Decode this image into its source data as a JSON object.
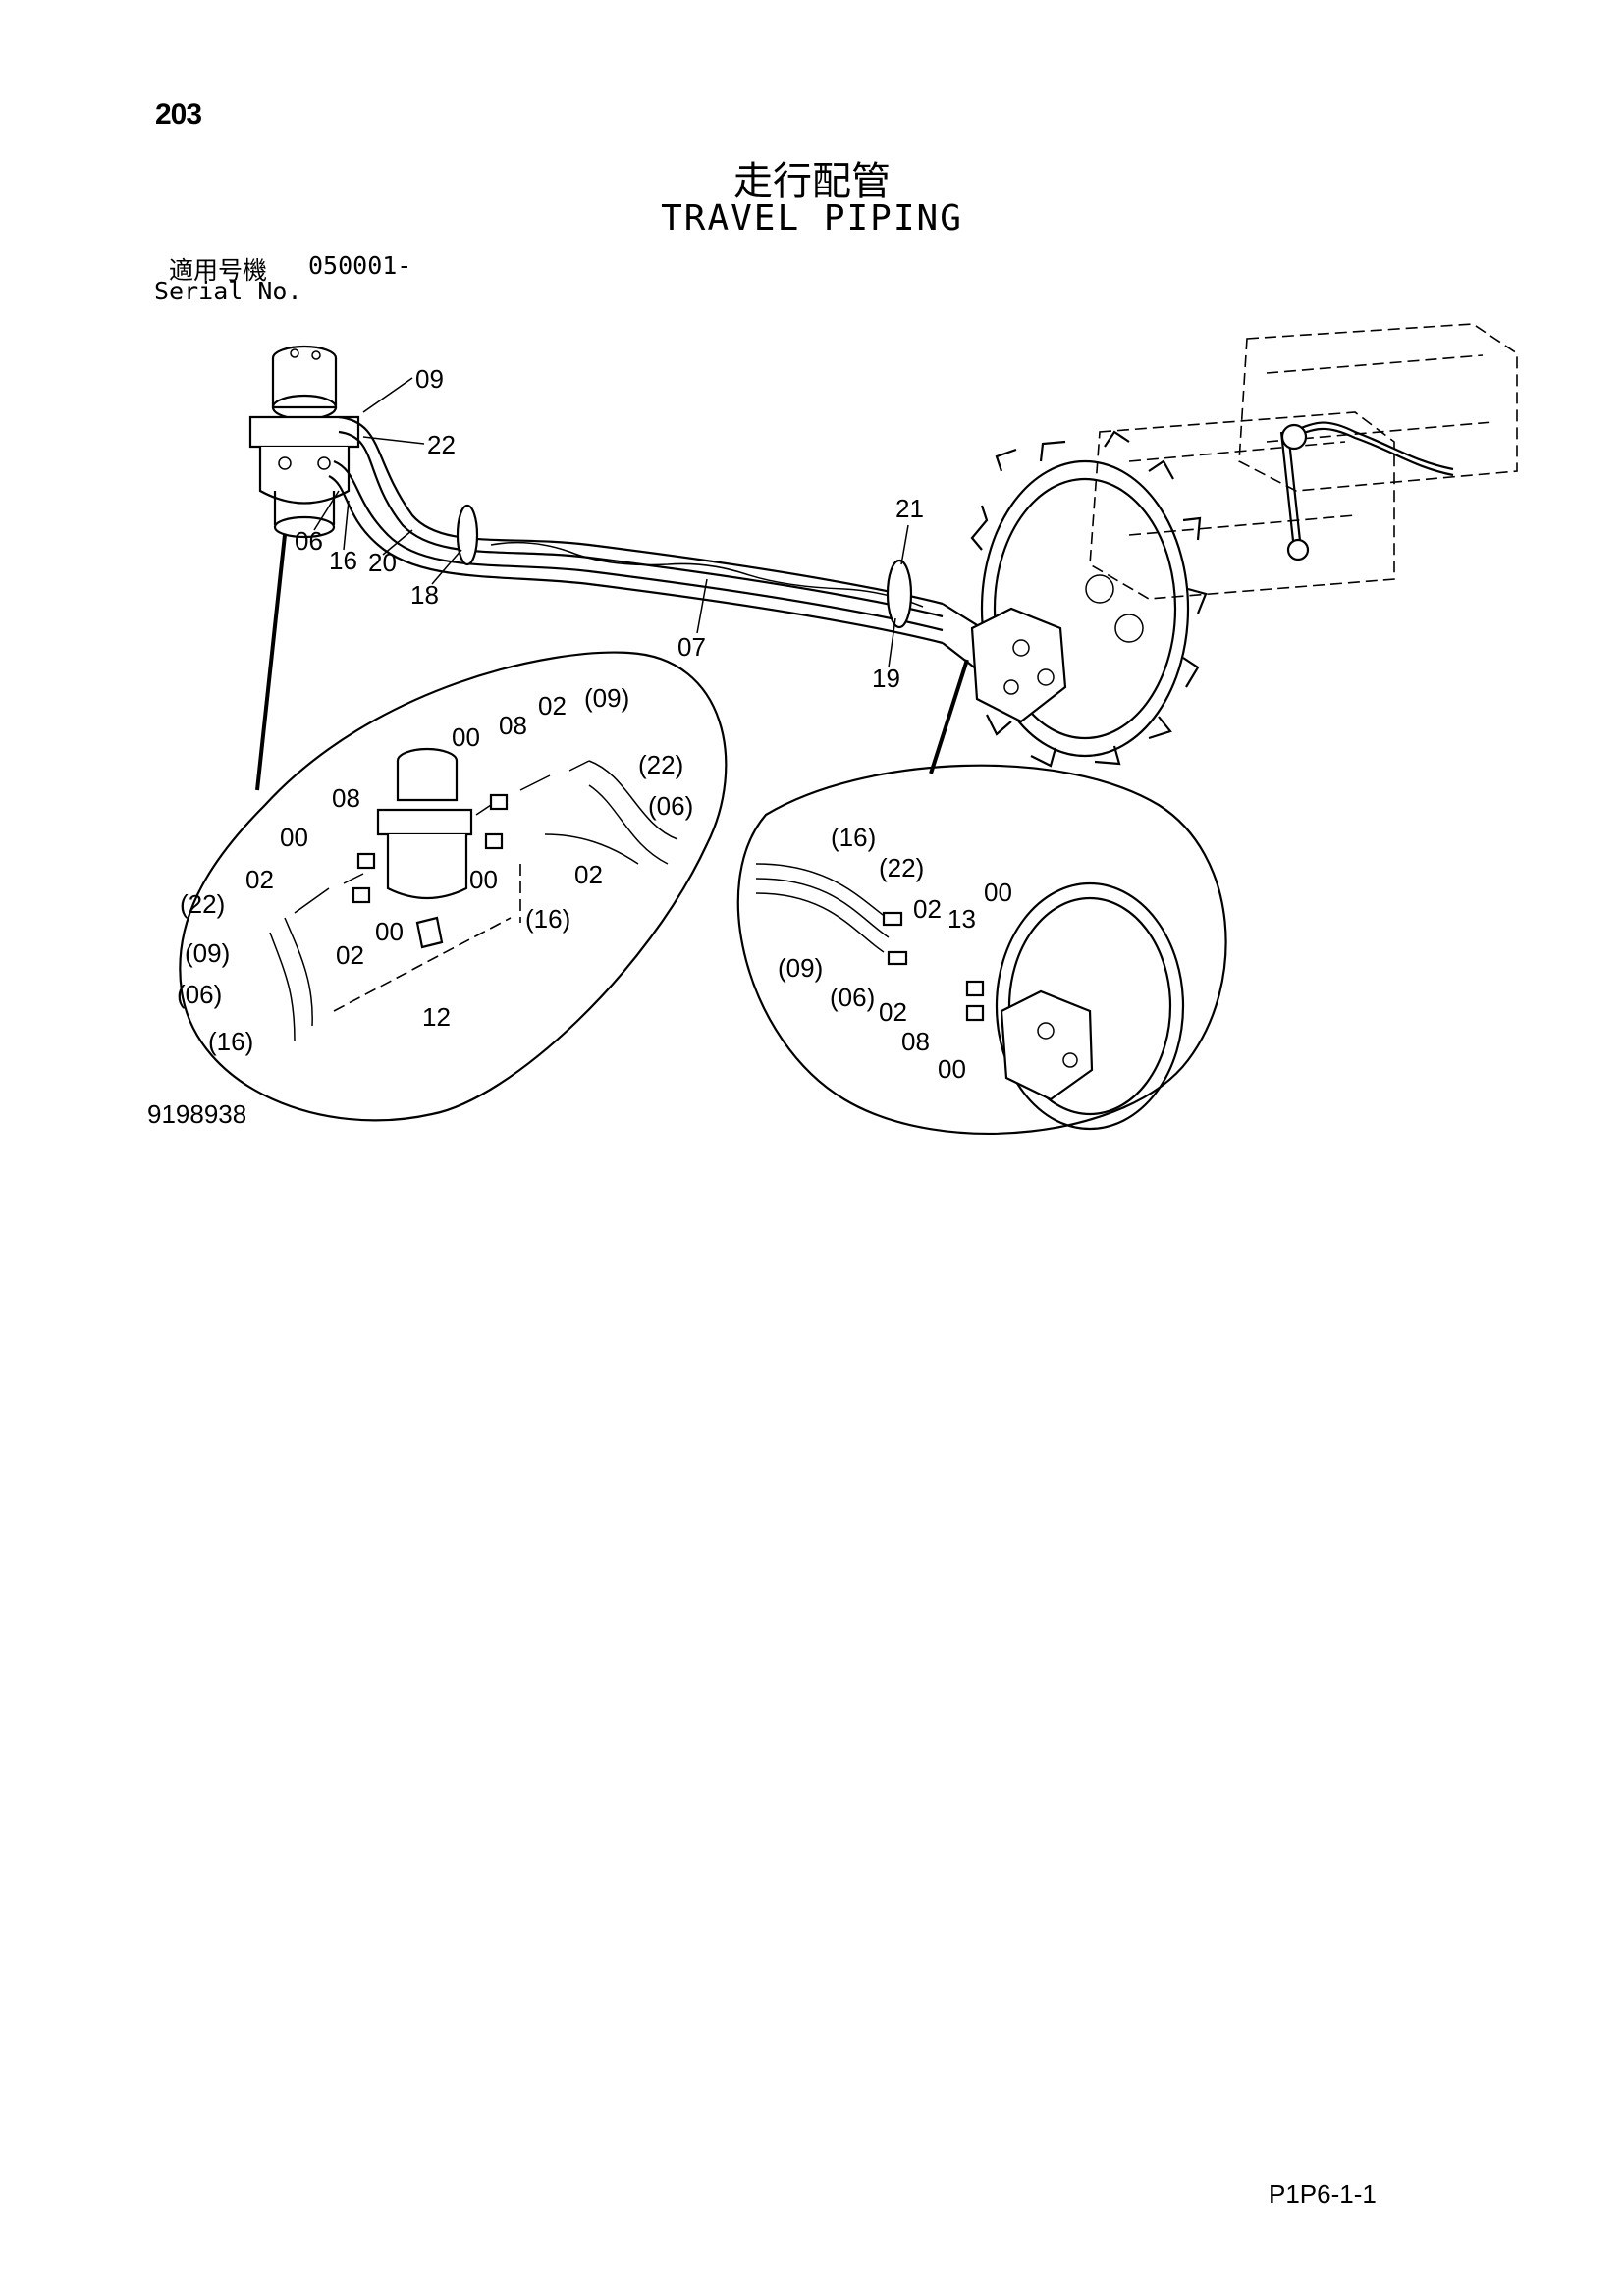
{
  "header": {
    "page_number": "203",
    "title_ja": "走行配管",
    "title_en": "TRAVEL PIPING",
    "serial_label_ja": "適用号機",
    "serial_number": "050001-",
    "serial_label_en": "Serial No."
  },
  "footer": {
    "drawing_id": "9198938",
    "page_code": "P1P6-1-1"
  },
  "callouts": {
    "main": [
      "09",
      "22",
      "06",
      "16",
      "20",
      "18",
      "07",
      "21",
      "19"
    ],
    "detail_left": [
      "00",
      "08",
      "02",
      "(09)",
      "(22)",
      "(06)",
      "08",
      "00",
      "00",
      "02",
      "02",
      "(16)",
      "(22)",
      "(09)",
      "02",
      "00",
      "(06)",
      "(16)",
      "12"
    ],
    "detail_right": [
      "(16)",
      "(22)",
      "02",
      "13",
      "00",
      "(09)",
      "(06)",
      "02",
      "08",
      "00"
    ]
  }
}
